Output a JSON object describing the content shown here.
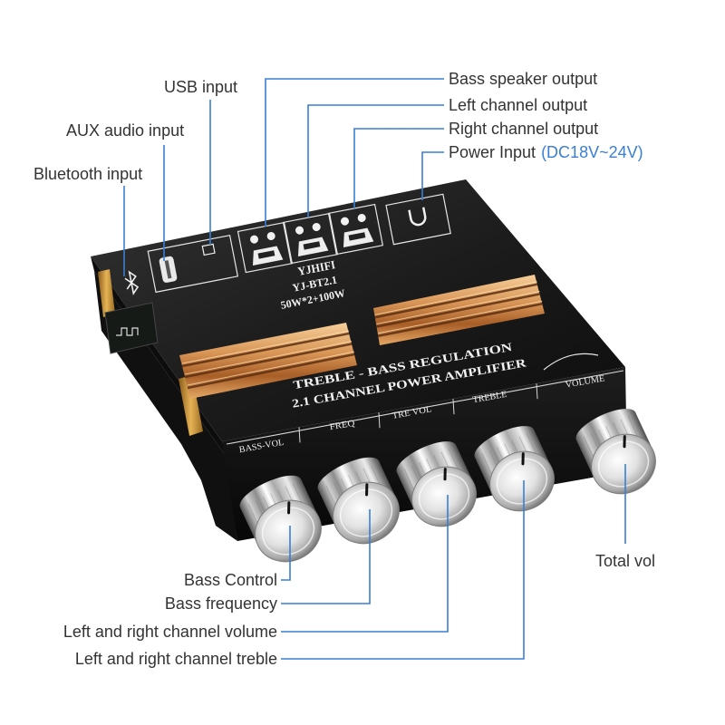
{
  "callouts": {
    "bass_speaker_output": "Bass speaker output",
    "left_channel_output": "Left channel output",
    "right_channel_output": "Right channel output",
    "power_input": "Power Input",
    "power_input_spec": "(DC18V~24V)",
    "usb_input": "USB input",
    "aux_audio_input": "AUX audio input",
    "bluetooth_input": "Bluetooth input",
    "total_vol": "Total vol",
    "bass_control": "Bass Control",
    "bass_frequency": "Bass frequency",
    "lr_channel_volume": "Left and right channel volume",
    "lr_channel_treble": "Left and right channel treble"
  },
  "board": {
    "brand": "YJHIFI",
    "model": "YJ-BT2.1",
    "power_rating": "50W*2+100W",
    "title_line1": "TREBLE - BASS REGULATION",
    "title_line2": "2.1 CHANNEL POWER AMPLIFIER",
    "knob_labels": [
      "BASS-VOL",
      "FREQ",
      "TRE VOL",
      "TREBLE",
      "VOLUME"
    ]
  },
  "colors": {
    "leader_line": "#3a7fd5",
    "power_spec_text": "#3a7fd5",
    "label_text": "#333333"
  }
}
